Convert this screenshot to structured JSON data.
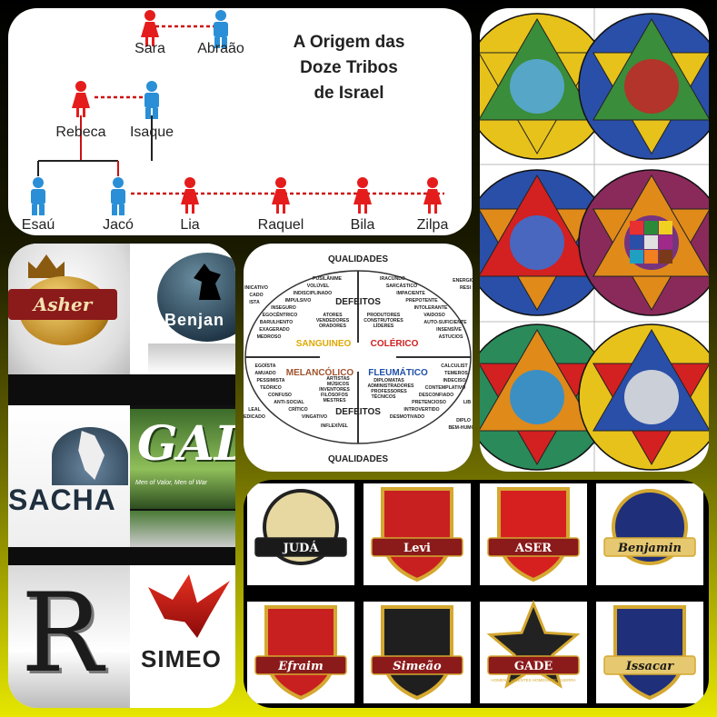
{
  "family_tree": {
    "title_lines": [
      "A Origem das",
      "Doze Tribos",
      "de Israel"
    ],
    "people": [
      {
        "name": "Sara",
        "gender": "female"
      },
      {
        "name": "Abraão",
        "gender": "male"
      },
      {
        "name": "Rebeca",
        "gender": "female"
      },
      {
        "name": "Isaque",
        "gender": "male"
      },
      {
        "name": "Esaú",
        "gender": "male"
      },
      {
        "name": "Jacó",
        "gender": "male"
      },
      {
        "name": "Lia",
        "gender": "female"
      },
      {
        "name": "Raquel",
        "gender": "female"
      },
      {
        "name": "Bila",
        "gender": "female"
      },
      {
        "name": "Zilpa",
        "gender": "female"
      }
    ],
    "colors": {
      "male": "#2a8fd6",
      "female": "#e51c1c",
      "line_male": "#222222",
      "line_female": "#cc1111"
    }
  },
  "tribe_logos": [
    {
      "name": "Asher"
    },
    {
      "name": "Benjan"
    },
    {
      "name": "SACHA"
    },
    {
      "name": "GAD",
      "motto": "Men of Valor, Men of War"
    },
    {
      "name": "R"
    },
    {
      "name": "SIMEO"
    }
  ],
  "temperaments": {
    "top_label": "QUALIDADES",
    "bottom_label": "QUALIDADES",
    "defeitos_top": "DEFEITOS",
    "defeitos_bottom": "DEFEITOS",
    "sanguineo": {
      "label": "SANGUINEO",
      "color": "#e0a800"
    },
    "colerico": {
      "label": "COLÉRICO",
      "color": "#d02020"
    },
    "melancolico": {
      "label": "MELANCÓLICO",
      "color": "#a0522d"
    },
    "fleumatico": {
      "label": "FLEUMÁTICO",
      "color": "#1f4fa8"
    },
    "words_top_left": [
      "PUSILÂNIME",
      "VOLÚVEL",
      "INDISCIPLINADO",
      "IMPULSIVO",
      "INSEGURO",
      "EGOCÊNTRICO",
      "BARULHENTO",
      "EXAGERADO",
      "MEDROSO",
      "ATORES",
      "VENDEDORES",
      "ORADORES",
      "INICATIVO",
      "CADO",
      "ISTA"
    ],
    "words_top_right": [
      "IRACUNDO",
      "SARCÁSTICO",
      "IMPACIENTE",
      "PREPOTENTE",
      "INTOLERANTE",
      "VAIDOSO",
      "AUTO-SUFICIENTE",
      "INSENSÍVE",
      "ASTUCIOS",
      "PRODUTORES",
      "CONSTRUTORES",
      "LÍDERES",
      "ENERGIC",
      "RESI"
    ],
    "words_bottom_left": [
      "EGOÍSTA",
      "AMUADO",
      "PESSIMISTA",
      "TEÓRICO",
      "CONFUSO",
      "ANTI-SOCIAL",
      "CRÍTICO",
      "VINGATIVO",
      "INFLEXÍVEL",
      "ARTISTAS",
      "MÚSICOS",
      "INVENTORES",
      "FILÓSOFOS",
      "MESTRES",
      "LEAL",
      "EDICADO"
    ],
    "words_bottom_right": [
      "CALCULIST",
      "TEMEROS",
      "INDECISO",
      "CONTEMPLATIVO",
      "DESCONFIADO",
      "PRETENCIOSO",
      "INTROVERTIDO",
      "DESMOTIVADO",
      "DIPLOMATAS",
      "ADMINISTRADORES",
      "PROFESSORES",
      "TÉCNICOS",
      "DIPLO",
      "BEM-HUMO",
      "LIB"
    ]
  },
  "shields": [
    {
      "name": "JUDÁ"
    },
    {
      "name": "Levi"
    },
    {
      "name": "ASER"
    },
    {
      "name": "Benjamin"
    },
    {
      "name": "Efraim"
    },
    {
      "name": "Simeão"
    },
    {
      "name": "GADE",
      "motto": "HOMENS VALENTES HOMENS DE GUERRA"
    },
    {
      "name": "Issacar"
    }
  ]
}
